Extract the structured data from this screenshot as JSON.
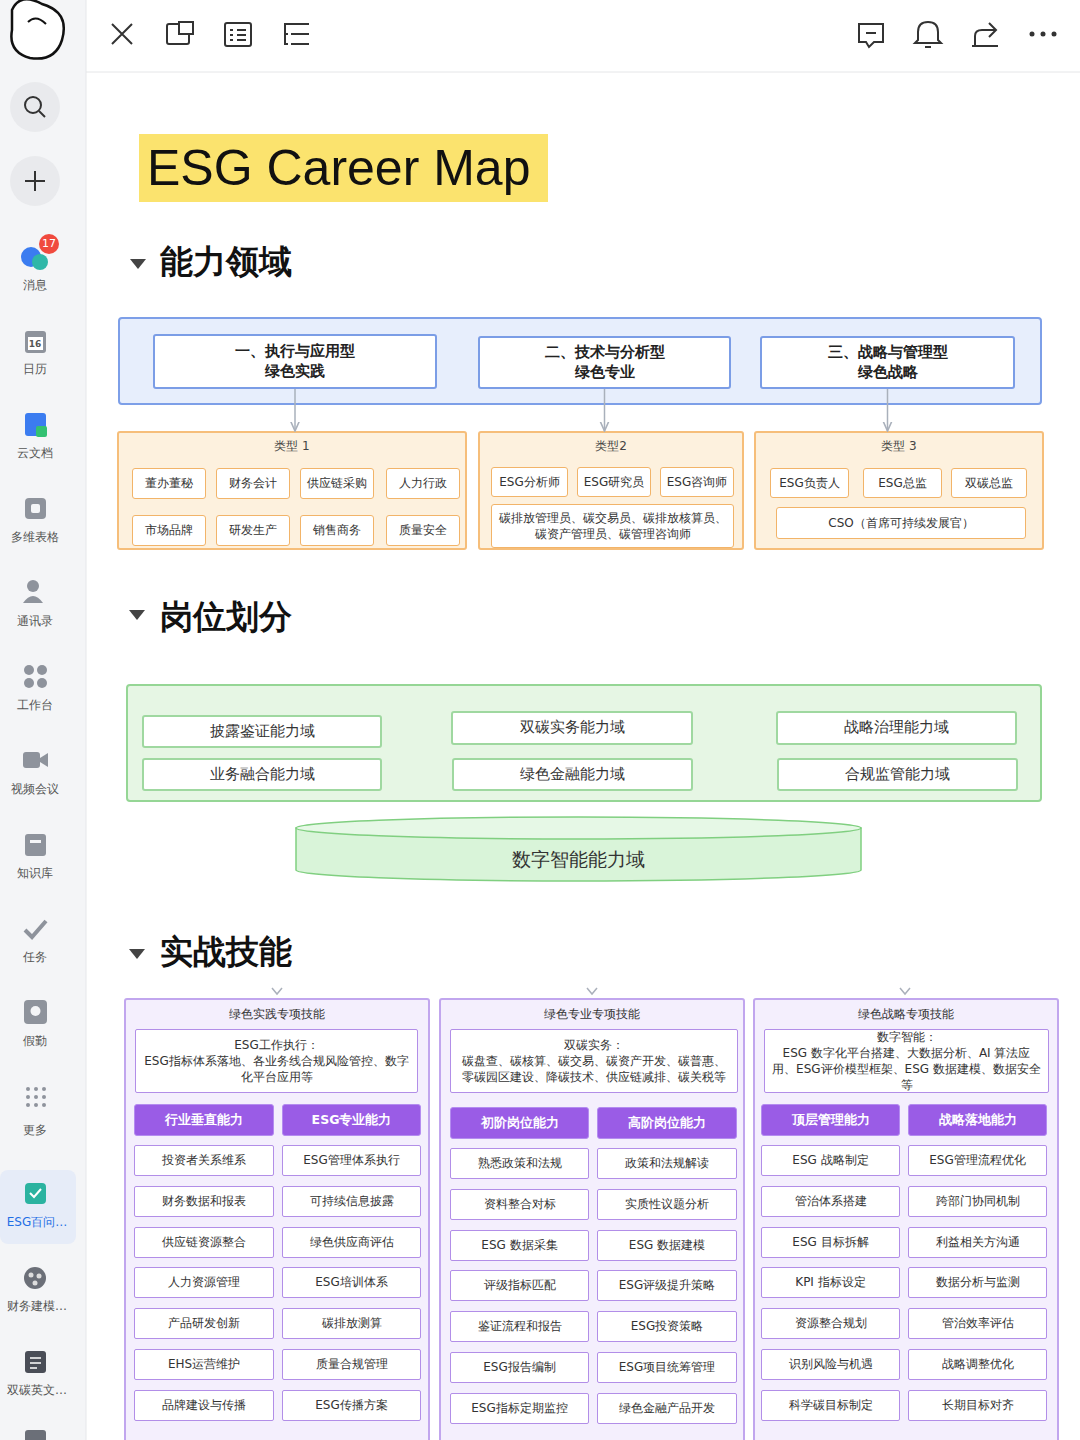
{
  "diagram": {
    "title": "ESG Career Map",
    "nodes": [
      {
        "text": [
          "一、执行与应用型 绿色实践"
        ]
      },
      {
        "text": [
          "二、技术与分析型 绿色专业"
        ]
      },
      {
        "text": [
          "三、战略与管理型 绿色战略"
        ]
      },
      {
        "text": [
          "类型 1"
        ]
      },
      {
        "text": [
          "董办董秘"
        ],
        "in": 3
      },
      {
        "text": [
          "财务会计"
        ],
        "in": 3
      },
      {
        "text": [
          "供应链采购"
        ],
        "in": 3
      },
      {
        "text": [
          "人力行政"
        ],
        "in": 3
      },
      {
        "text": [
          "市场品牌"
        ],
        "in": 3
      },
      {
        "text": [
          "研发生产"
        ],
        "in": 3
      },
      {
        "text": [
          "销售商务"
        ],
        "in": 3
      },
      {
        "text": [
          "质量安全"
        ],
        "in": 3
      },
      {
        "text": [
          "类型2"
        ]
      },
      {
        "text": [
          "ESG分析师"
        ],
        "in": 12
      },
      {
        "text": [
          "ESG研究员"
        ],
        "in": 12
      },
      {
        "text": [
          "ESG咨询师"
        ],
        "in": 12
      },
      {
        "text": [
          "碳排放管理员、碳交易员、碳排放核算员、碳资产管理员、碳管理咨询师"
        ],
        "in": 12
      },
      {
        "text": [
          "类型 3"
        ]
      },
      {
        "text": [
          "ESG负责人"
        ],
        "in": 17
      },
      {
        "text": [
          "ESG总监"
        ],
        "in": 17
      },
      {
        "text": [
          "双碳总监"
        ],
        "in": 17
      },
      {
        "text": [
          "CSO（首席可持续发展官）"
        ],
        "in": 17
      },
      {
        "text": [
          "披露鉴证能力域"
        ]
      },
      {
        "text": [
          "双碳实务能力域"
        ]
      },
      {
        "text": [
          "战略治理能力域"
        ]
      },
      {
        "text": [
          "业务融合能力域"
        ]
      },
      {
        "text": [
          "绿色金融能力域"
        ]
      },
      {
        "text": [
          "合规监管能力域"
        ]
      },
      {
        "text": [
          "数字智能能力域"
        ]
      },
      {
        "text": [
          "绿色实践专项技能"
        ]
      },
      {
        "text": [
          "ESG工作执行：",
          "ESG指标体系落地、各业务线合规风险管控、数字化平台应用等"
        ],
        "in": 29
      },
      {
        "text": [
          "行业垂直能力"
        ],
        "in": 29
      },
      {
        "text": [
          "ESG专业能力"
        ],
        "in": 29
      },
      {
        "text": [
          "投资者关系维系"
        ],
        "in": 29
      },
      {
        "text": [
          "ESG管理体系执行"
        ],
        "in": 29
      },
      {
        "text": [
          "财务数据和报表"
        ],
        "in": 29
      },
      {
        "text": [
          "可持续信息披露"
        ],
        "in": 29
      },
      {
        "text": [
          "供应链资源整合"
        ],
        "in": 29
      },
      {
        "text": [
          "绿色供应商评估"
        ],
        "in": 29
      },
      {
        "text": [
          "人力资源管理"
        ],
        "in": 29
      },
      {
        "text": [
          "ESG培训体系"
        ],
        "in": 29
      },
      {
        "text": [
          "产品研发创新"
        ],
        "in": 29
      },
      {
        "text": [
          "碳排放测算"
        ],
        "in": 29
      },
      {
        "text": [
          "EHS运营维护"
        ],
        "in": 29
      },
      {
        "text": [
          "质量合规管理"
        ],
        "in": 29
      },
      {
        "text": [
          "品牌建设与传播"
        ],
        "in": 29
      },
      {
        "text": [
          "ESG传播方案"
        ],
        "in": 29
      },
      {
        "text": [
          "绿色专业专项技能"
        ]
      },
      {
        "text": [
          "双碳实务：",
          "碳盘查、碳核算、碳交易、碳资产开发、碳普惠、零碳园区建设、降碳技术、供应链减排、碳关税等"
        ],
        "in": 47
      },
      {
        "text": [
          "初阶岗位能力"
        ],
        "in": 47
      },
      {
        "text": [
          "高阶岗位能力"
        ],
        "in": 47
      },
      {
        "text": [
          "熟悉政策和法规"
        ],
        "in": 47
      },
      {
        "text": [
          "政策和法规解读"
        ],
        "in": 47
      },
      {
        "text": [
          "资料整合对标"
        ],
        "in": 47
      },
      {
        "text": [
          "实质性议题分析"
        ],
        "in": 47
      },
      {
        "text": [
          "ESG 数据采集"
        ],
        "in": 47
      },
      {
        "text": [
          "ESG 数据建模"
        ],
        "in": 47
      },
      {
        "text": [
          "评级指标匹配"
        ],
        "in": 47
      },
      {
        "text": [
          "ESG评级提升策略"
        ],
        "in": 47
      },
      {
        "text": [
          "鉴证流程和报告"
        ],
        "in": 47
      },
      {
        "text": [
          "ESG投资策略"
        ],
        "in": 47
      },
      {
        "text": [
          "ESG报告编制"
        ],
        "in": 47
      },
      {
        "text": [
          "ESG项目统筹管理"
        ],
        "in": 47
      },
      {
        "text": [
          "ESG指标定期监控"
        ],
        "in": 47
      },
      {
        "text": [
          "绿色金融产品开发"
        ],
        "in": 47
      },
      {
        "text": [
          "绿色战略专项技能"
        ]
      },
      {
        "text": [
          "数字智能：",
          "ESG 数字化平台搭建、大数据分析、AI 算法应用、ESG评价模型框架、ESG 数据建模、数据安全等"
        ],
        "in": 65
      },
      {
        "text": [
          "顶层管理能力"
        ],
        "in": 65
      },
      {
        "text": [
          "战略落地能力"
        ],
        "in": 65
      },
      {
        "text": [
          "ESG 战略制定"
        ],
        "in": 65
      },
      {
        "text": [
          "ESG管理流程优化"
        ],
        "in": 65
      },
      {
        "text": [
          "管治体系搭建"
        ],
        "in": 65
      },
      {
        "text": [
          "跨部门协同机制"
        ],
        "in": 65
      },
      {
        "text": [
          "ESG 目标拆解"
        ],
        "in": 65
      },
      {
        "text": [
          "利益相关方沟通"
        ],
        "in": 65
      },
      {
        "text": [
          "KPI 指标设定"
        ],
        "in": 65
      },
      {
        "text": [
          "数据分析与监测"
        ],
        "in": 65
      },
      {
        "text": [
          "资源整合规划"
        ],
        "in": 65
      },
      {
        "text": [
          "管治效率评估"
        ],
        "in": 65
      },
      {
        "text": [
          "识别风险与机遇"
        ],
        "in": 65
      },
      {
        "text": [
          "战略调整优化"
        ],
        "in": 65
      },
      {
        "text": [
          "科学碳目标制定"
        ],
        "in": 65
      },
      {
        "text": [
          "长期目标对齐"
        ],
        "in": 65
      }
    ],
    "edges": [
      {
        "from": 0,
        "to": 3,
        "arrow": "to"
      },
      {
        "from": 1,
        "to": 12,
        "arrow": "to"
      },
      {
        "from": 2,
        "to": 17,
        "arrow": "to"
      }
    ],
    "labels": [
      "能力领域",
      "岗位划分",
      "实战技能",
      "17",
      "消息",
      "16",
      "日历",
      "云文档",
      "多维表格",
      "通讯录",
      "工作台",
      "视频会议",
      "知识库",
      "任务",
      "假勤",
      "更多",
      "ESG百问…",
      "财务建模…",
      "双碳英文…"
    ]
  }
}
